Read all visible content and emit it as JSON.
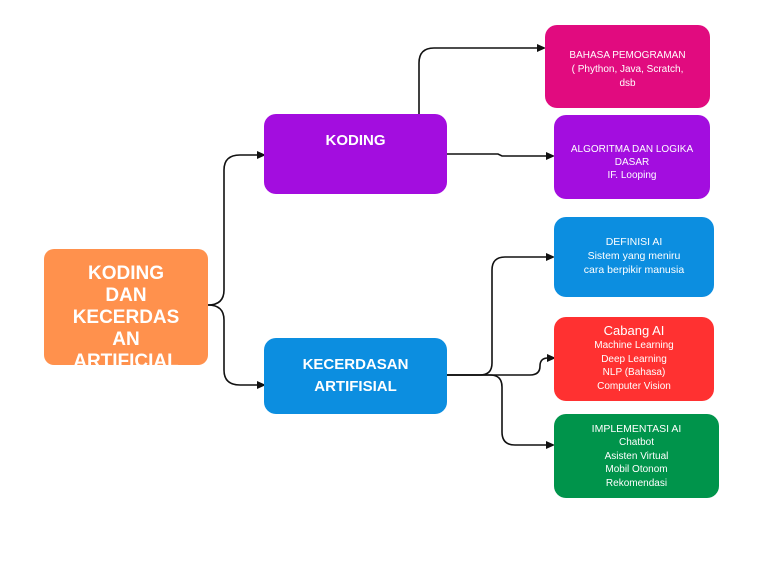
{
  "diagram": {
    "nodes": {
      "root": {
        "title": "KODING\nDAN\nKECERDAS\nAN\nARTIFICIAL",
        "lines": [],
        "color": "#ff914d"
      },
      "koding": {
        "title": "KODING",
        "lines": [],
        "color": "#a30ddf"
      },
      "ai": {
        "title": "KECERDASAN\nARTIFISIAL",
        "lines": [],
        "color": "#0c8ee0"
      },
      "bahasa": {
        "title": "BAHASA PEMOGRAMAN",
        "lines": [
          "( Phython, Java, Scratch,",
          "dsb"
        ],
        "color": "#e10b7f"
      },
      "algo": {
        "title": "ALGORITMA DAN LOGIKA\nDASAR",
        "lines": [
          "IF. Looping"
        ],
        "color": "#a30ddf"
      },
      "defai": {
        "title": "DEFINISI AI",
        "lines": [
          "Sistem yang meniru",
          "cara berpikir manusia"
        ],
        "color": "#0c8ee0"
      },
      "cabang": {
        "title": "Cabang AI",
        "lines": [
          "Machine Learning",
          "Deep Learning",
          "NLP (Bahasa)",
          "Computer Vision"
        ],
        "color": "#ff3131"
      },
      "impl": {
        "title": "IMPLEMENTASI AI",
        "lines": [
          "Chatbot",
          "Asisten Virtual",
          "Mobil Otonom",
          "Rekomendasi"
        ],
        "color": "#00944b"
      }
    },
    "edges": [
      {
        "from": "root",
        "to": "koding"
      },
      {
        "from": "root",
        "to": "ai"
      },
      {
        "from": "koding",
        "to": "bahasa"
      },
      {
        "from": "koding",
        "to": "algo"
      },
      {
        "from": "ai",
        "to": "defai"
      },
      {
        "from": "ai",
        "to": "cabang"
      },
      {
        "from": "ai",
        "to": "impl"
      }
    ]
  }
}
